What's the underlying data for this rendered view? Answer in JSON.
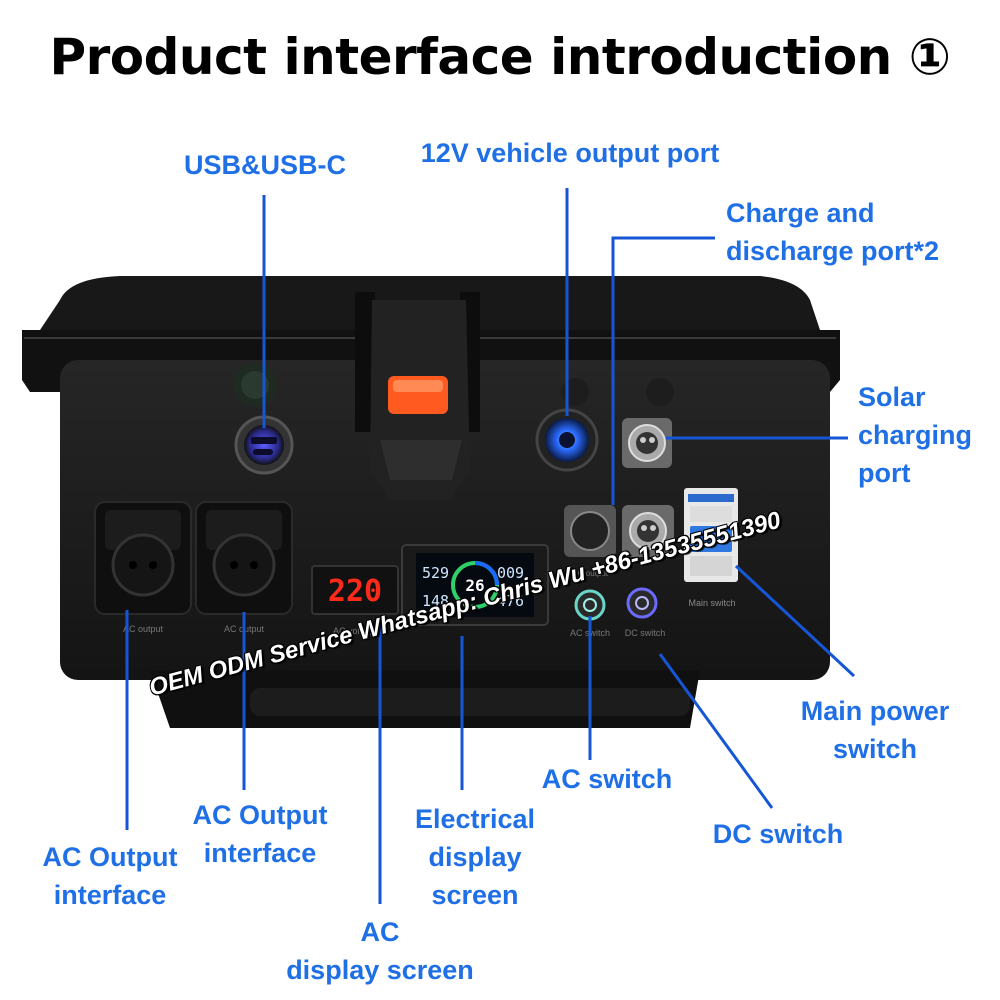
{
  "title": "Product interface introduction ①",
  "labels": {
    "usb": "USB&USB-C",
    "vehicle_port": "12V vehicle output port",
    "charge_discharge": "Charge and\ndischarge port*2",
    "solar": "Solar\ncharging\nport",
    "main_power": "Main power\nswitch",
    "ac_switch": "AC switch",
    "dc_switch": "DC switch",
    "electrical_display": "Electrical\ndisplay\nscreen",
    "ac_display": "AC\ndisplay screen",
    "ac_output_1": "AC Output\ninterface",
    "ac_output_2": "AC Output\ninterface"
  },
  "device": {
    "voltage_reading": "220",
    "screen": {
      "top_left": "529",
      "center_percent": "26",
      "top_right": "009",
      "bottom_left": "148",
      "bottom_right": "476"
    },
    "silk": {
      "ac_output_left": "AC output",
      "ac_output_right": "AC output",
      "ac_voltage": "AC voltage",
      "ac_switch": "AC switch",
      "dc_switch": "DC switch",
      "main_switch": "Main switch",
      "dc_output": "DC output"
    }
  },
  "watermark": "OEM ODM Service Whatsapp: Chris Wu +86-13535551390",
  "colors": {
    "label_blue": "#1f6fe6",
    "leader_line": "#1656d6",
    "case": "#1a1a1a",
    "latch_orange": "#ff5a1f",
    "led_red": "#ff2a1a"
  }
}
